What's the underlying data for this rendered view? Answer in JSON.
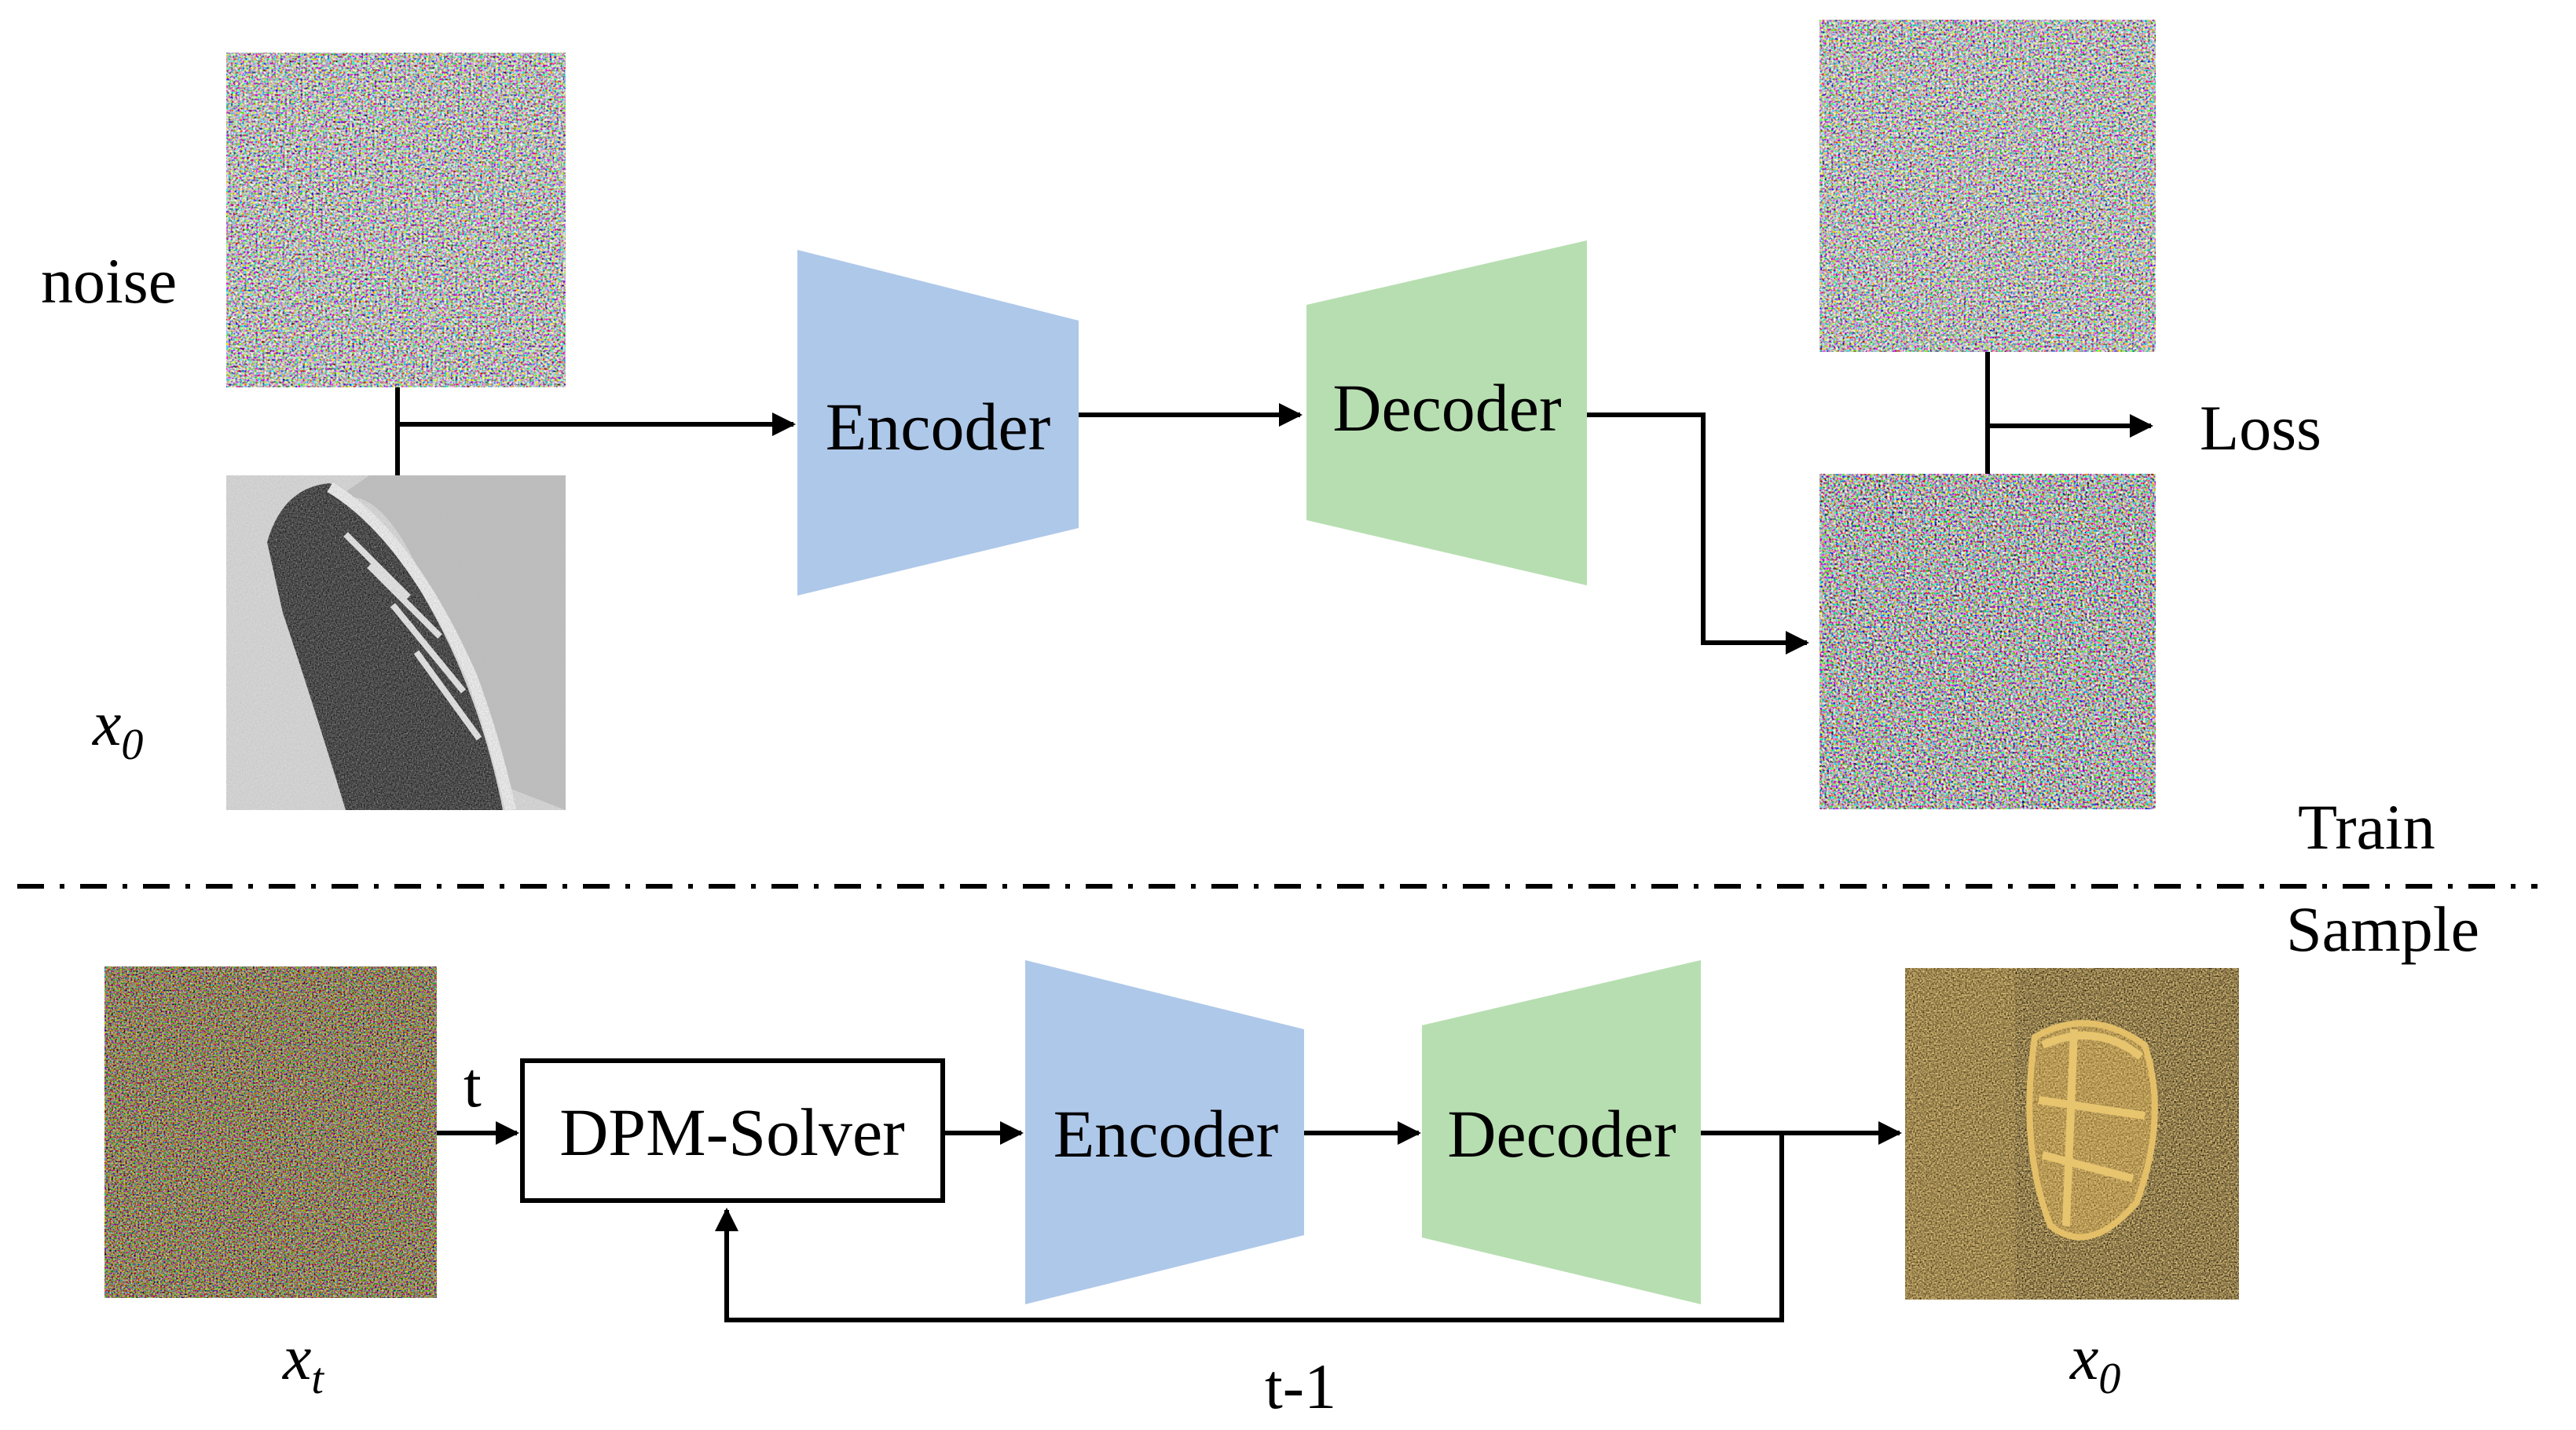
{
  "colors": {
    "encoder": "#aec8e9",
    "decoder": "#b7deb1",
    "line": "#000000",
    "xt_noise_bias": "muted",
    "x0_sample_tint": "#c89a3c"
  },
  "train": {
    "noise_label": "noise",
    "x0_label": "x0",
    "encoder_label": "Encoder",
    "decoder_label": "Decoder",
    "loss_label": "Loss",
    "section_label": "Train"
  },
  "sample": {
    "section_label": "Sample",
    "xt_label": "x",
    "xt_sub": "t",
    "t_label": "t",
    "solver_label": "DPM-Solver",
    "encoder_label": "Encoder",
    "decoder_label": "Decoder",
    "t_minus_1_label": "t-1",
    "x0_label": "x",
    "x0_sub": "0"
  },
  "icons": {
    "noise": "rgb-noise-image",
    "sonar_gray": "grayscale-sonar-ship-image",
    "sonar_color": "golden-sonar-ship-image"
  }
}
